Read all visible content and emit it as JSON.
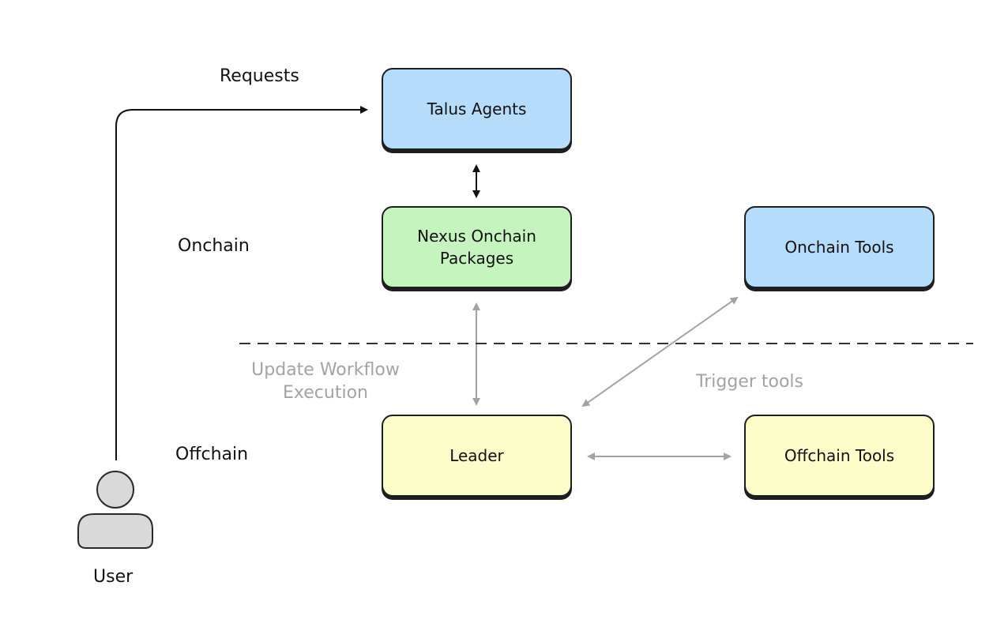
{
  "colors": {
    "agents_fill": "#b6dcfb",
    "nexus_fill": "#c6f4be",
    "onchain_tools_fill": "#b6dcfb",
    "leader_fill": "#fdfdc9",
    "offchain_tools_fill": "#fdfdc9",
    "stroke": "#1e1e1e",
    "muted": "#a3a3a3",
    "user_fill": "#d9d9d9"
  },
  "labels": {
    "requests": "Requests",
    "onchain": "Onchain",
    "offchain": "Offchain",
    "user": "User",
    "update_line1": "Update Workflow",
    "update_line2": "Execution",
    "trigger": "Trigger tools"
  },
  "boxes": {
    "talus_agents": "Talus Agents",
    "nexus_line1": "Nexus Onchain",
    "nexus_line2": "Packages",
    "onchain_tools": "Onchain Tools",
    "leader": "Leader",
    "offchain_tools": "Offchain Tools"
  },
  "icons": {
    "user": "person-icon"
  }
}
